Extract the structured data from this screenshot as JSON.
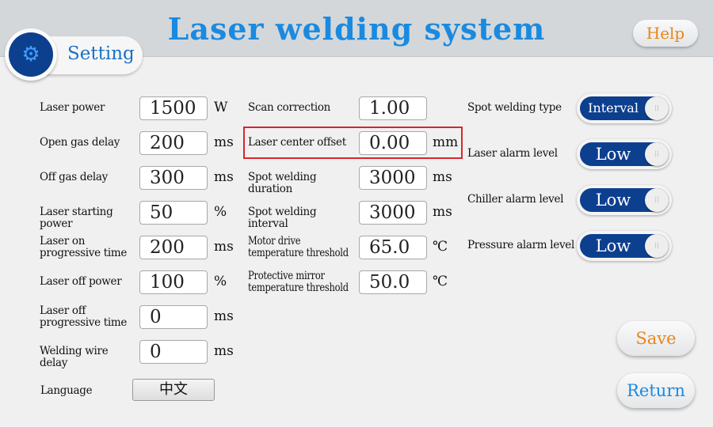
{
  "header": {
    "title": "Laser welding system",
    "help_label": "Help"
  },
  "page": {
    "label": "Setting",
    "icon": "gears-icon"
  },
  "left": [
    {
      "label": "Laser power",
      "value": "1500",
      "unit": "W"
    },
    {
      "label": "Open gas delay",
      "value": "200",
      "unit": "ms"
    },
    {
      "label": "Off gas delay",
      "value": "300",
      "unit": "ms"
    },
    {
      "label": "Laser starting power",
      "value": "50",
      "unit": "%"
    },
    {
      "label": "Laser on progressive time",
      "value": "200",
      "unit": "ms"
    },
    {
      "label": "Laser off power",
      "value": "100",
      "unit": "%"
    },
    {
      "label": "Laser off progressive time",
      "value": "0",
      "unit": "ms"
    },
    {
      "label": "Welding wire delay",
      "value": "0",
      "unit": "ms"
    }
  ],
  "middle": [
    {
      "label": "Scan correction",
      "value": "1.00",
      "unit": ""
    },
    {
      "label": "Laser center offset",
      "value": "0.00",
      "unit": "mm"
    },
    {
      "label": "Spot welding duration",
      "value": "3000",
      "unit": "ms"
    },
    {
      "label": "Spot welding interval",
      "value": "3000",
      "unit": "ms"
    },
    {
      "label": "Motor drive temperature threshold",
      "value": "65.0",
      "unit": "℃"
    },
    {
      "label": "Protective mirror temperature threshold",
      "value": "50.0",
      "unit": "℃"
    }
  ],
  "right": [
    {
      "label": "Spot welding type",
      "value": "Interval"
    },
    {
      "label": "Laser alarm level",
      "value": "Low"
    },
    {
      "label": "Chiller alarm level",
      "value": "Low"
    },
    {
      "label": "Pressure alarm level",
      "value": "Low"
    }
  ],
  "language": {
    "label": "Language",
    "value": "中文"
  },
  "buttons": {
    "save": "Save",
    "return": "Return"
  },
  "colors": {
    "title": "#1a8ae0",
    "toggle": "#0d3f8f",
    "save": "#e8861c",
    "return": "#1a8ae0",
    "highlight": "#d8262b"
  }
}
